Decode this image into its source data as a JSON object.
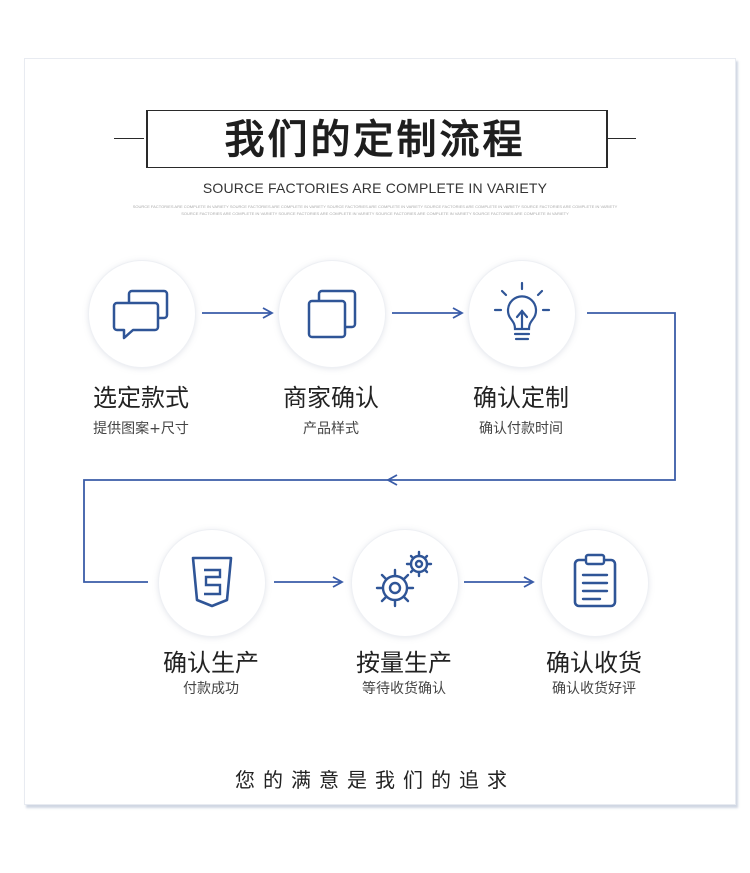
{
  "title": "我们的定制流程",
  "subtitle": "SOURCE FACTORIES ARE COMPLETE IN VARIETY",
  "tiny_line_1": "SOURCE FACTORIES ARE COMPLETE IN VARIETY SOURCE FACTORIES ARE COMPLETE IN VARIETY SOURCE FACTORIES ARE COMPLETE IN VARIETY SOURCE FACTORIES ARE COMPLETE IN VARIETY SOURCE FACTORIES ARE COMPLETE IN VARIETY",
  "tiny_line_2": "SOURCE FACTORIES ARE COMPLETE IN VARIETY SOURCE FACTORIES ARE COMPLETE IN VARIETY SOURCE FACTORIES ARE COMPLETE IN VARIETY SOURCE FACTORIES ARE COMPLETE IN VARIETY",
  "colors": {
    "accent": "#3a5ca8",
    "icon": "#2f5597",
    "title": "#1e1e1e"
  },
  "steps": [
    {
      "label": "选定款式",
      "sub": "提供图案+尺寸",
      "icon": "chat-bubbles-icon"
    },
    {
      "label": "商家确认",
      "sub": "产品样式",
      "icon": "copy-squares-icon"
    },
    {
      "label": "确认定制",
      "sub": "确认付款时间",
      "icon": "lightbulb-icon"
    },
    {
      "label": "确认生产",
      "sub": "付款成功",
      "icon": "shield-badge-icon"
    },
    {
      "label": "按量生产",
      "sub": "等待收货确认",
      "icon": "gears-icon"
    },
    {
      "label": "确认收货",
      "sub": "确认收货好评",
      "icon": "clipboard-icon"
    }
  ],
  "footer": "您的满意是我们的追求"
}
